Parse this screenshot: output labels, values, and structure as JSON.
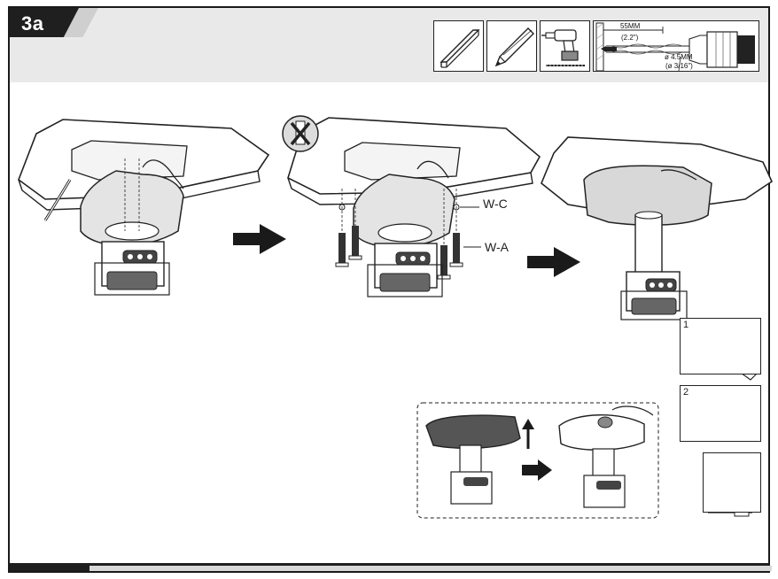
{
  "step": {
    "label": "3a"
  },
  "tools": {
    "items": [
      "board-icon",
      "pencil-icon",
      "drill-icon",
      "drill-bit-spec-icon"
    ],
    "depth_mm": "55MM",
    "depth_in": "(2.2\")",
    "diameter_mm": "ø 4.5MM",
    "diameter_in": "(ø 3/16\")"
  },
  "callouts": {
    "washer": "W-C",
    "screw": "W-A"
  },
  "side_steps": [
    {
      "number": "1",
      "icon": "mark-with-pencil-icon"
    },
    {
      "number": "2",
      "icon": "drill-hole-icon"
    },
    {
      "number": "",
      "icon": "drill-driver-with-bits-icon"
    }
  ],
  "colors": {
    "band": "#e9e9e9",
    "tab": "#1f1f1f",
    "line": "#222222",
    "arrow": "#1a1a1a"
  }
}
